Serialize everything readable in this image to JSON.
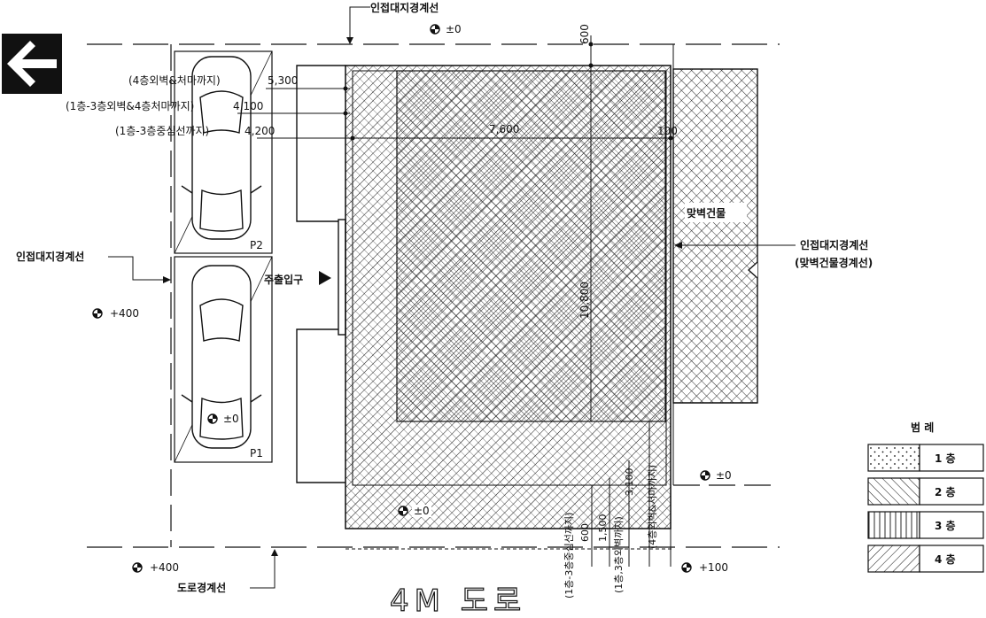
{
  "labels": {
    "adjacent_boundary_top": "인접대지경계선",
    "adjacent_boundary_left": "인접대지경계선",
    "adjacent_boundary_right": "인접대지경계선",
    "adjacent_boundary_right_sub": "(맞벽건물경계선)",
    "road_boundary": "도로경계선",
    "main_entrance": "주출입구",
    "adjacent_building": "맞벽건물",
    "road_name": "4M  도로",
    "parking_p1": "P1",
    "parking_p2": "P2"
  },
  "levels": [
    "±0",
    "+400",
    "±0",
    "±0",
    "±0",
    "+400",
    "+100"
  ],
  "dimensions": {
    "top_offset": "600",
    "width_main": "7,600",
    "width_side": "100",
    "height_main": "10,800",
    "left_dims": [
      {
        "label": "(4층외벽&처마까지)",
        "value": "5,300"
      },
      {
        "label": "(1층-3층외벽&4층처마까지)",
        "value": "4,100"
      },
      {
        "label": "(1층-3층중심선까지)",
        "value": "4,200"
      }
    ],
    "bottom_dims": [
      {
        "value": "600",
        "label": "(1층-3층중심선까지)"
      },
      {
        "value": "1,500",
        "label": "(1층,3층외벽까지)"
      },
      {
        "value": "3,100",
        "label": "(4층외벽&처마까지)"
      }
    ]
  },
  "legend": {
    "title": "범 례",
    "items": [
      {
        "label": "1 층",
        "pattern": "dots"
      },
      {
        "label": "2 층",
        "pattern": "diag"
      },
      {
        "label": "3 층",
        "pattern": "vert"
      },
      {
        "label": "4 층",
        "pattern": "diag-fine"
      }
    ]
  },
  "colors": {
    "ink": "#111111",
    "paper": "#ffffff"
  }
}
